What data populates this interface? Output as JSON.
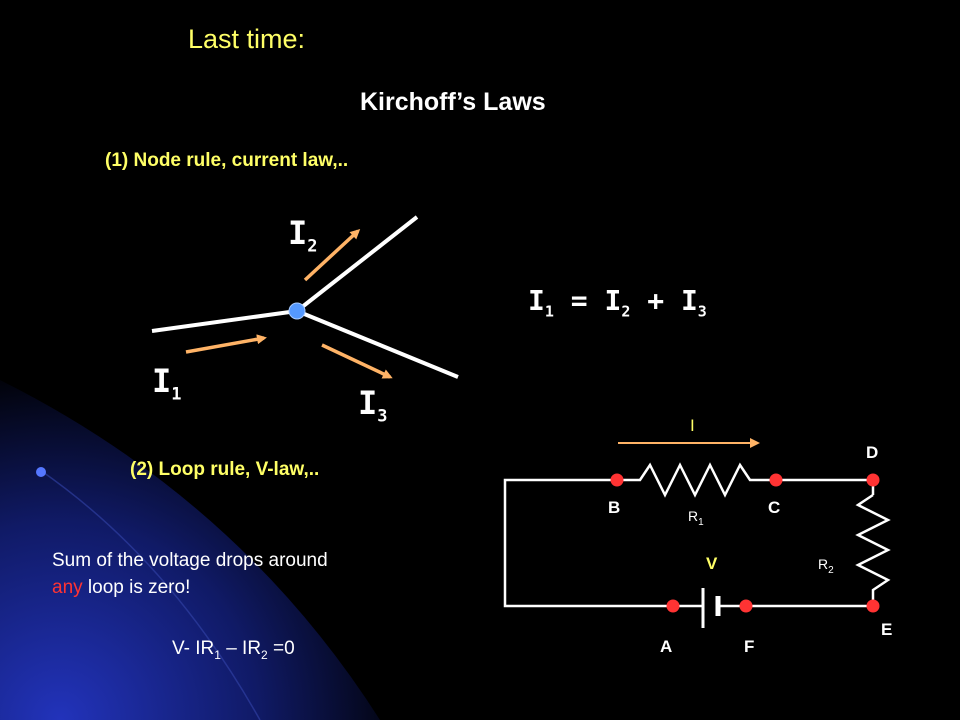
{
  "title": "Last time:",
  "heading": "Kirchoff’s Laws",
  "rule1": "(1) Node rule, current law,..",
  "rule2": "(2) Loop rule, V-law,..",
  "node_labels": {
    "i1": "I",
    "i1_sub": "1",
    "i2": "I",
    "i2_sub": "2",
    "i3": "I",
    "i3_sub": "3"
  },
  "equation": {
    "lhs": "I",
    "lhs_sub": "1",
    "eq": " = ",
    "t2": "I",
    "t2_sub": "2",
    "plus": " + ",
    "t3": "I",
    "t3_sub": "3"
  },
  "sum_text": {
    "line1": "Sum of the voltage drops around",
    "any": "any",
    "line2_rest": " loop is zero!"
  },
  "loop_eq": {
    "p1": "V- IR",
    "s1": "1",
    "p2": " – IR",
    "s2": "2",
    "p3": " =0"
  },
  "circuit": {
    "current_label": "I",
    "voltage_label": "V",
    "nodes": {
      "A": "A",
      "B": "B",
      "C": "C",
      "D": "D",
      "E": "E",
      "F": "F"
    },
    "r1": "R",
    "r1_sub": "1",
    "r2": "R",
    "r2_sub": "2"
  },
  "colors": {
    "title": "#ffff66",
    "node_dot": "#ff3333",
    "arrow": "#ffb366",
    "junction": "#5599ff",
    "background_glow": "#1a2a9a"
  }
}
